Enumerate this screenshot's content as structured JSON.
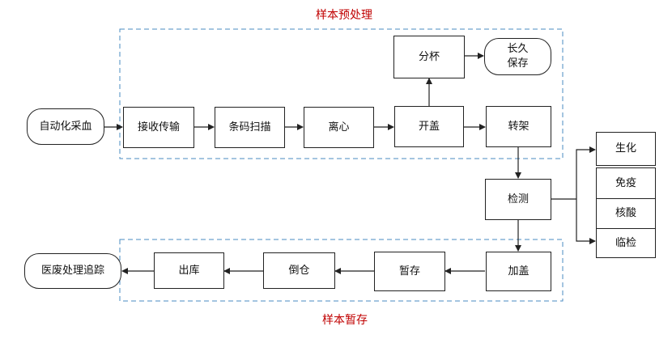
{
  "diagram": {
    "groups": {
      "pre": {
        "title": "样本预处理",
        "color": "#c00000",
        "border_color": "#4a8bc2"
      },
      "store": {
        "title": "样本暂存",
        "color": "#c00000",
        "border_color": "#4a8bc2"
      }
    },
    "nodes": {
      "blood": "自动化采血",
      "receive": "接收传输",
      "barcode": "条码扫描",
      "centrifuge": "离心",
      "uncap": "开盖",
      "split": "分杯",
      "longterm": "长久\n保存",
      "transfer": "转架",
      "test": "检测",
      "biochem": "生化",
      "immuno": "免疫",
      "nucleic": "核酸",
      "clinical": "临检",
      "cap": "加盖",
      "temp": "暂存",
      "pour": "倒仓",
      "out": "出库",
      "trace": "医废处理追踪"
    }
  }
}
